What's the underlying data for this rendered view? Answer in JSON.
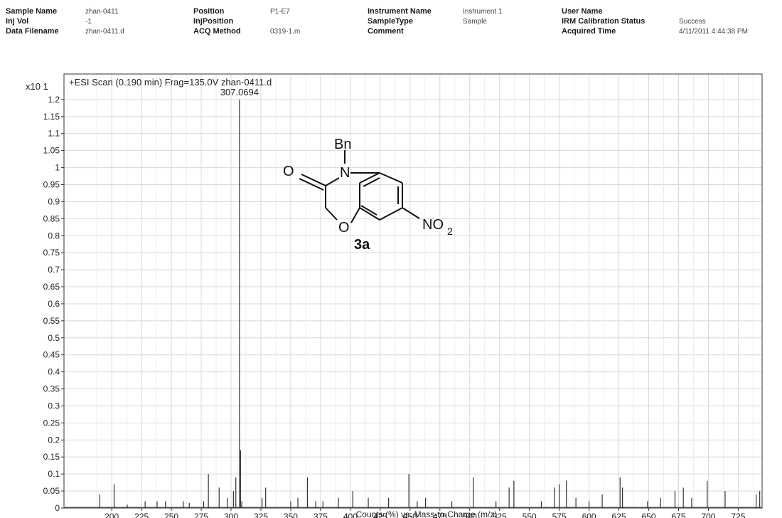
{
  "header": {
    "sample_name_label": "Sample Name",
    "sample_name": "zhan-0411",
    "inj_vol_label": "Inj Vol",
    "inj_vol": "-1",
    "data_filename_label": "Data Filename",
    "data_filename": "zhan-0411.d",
    "position_label": "Position",
    "position": "P1-E7",
    "injposition_label": "InjPosition",
    "injposition": "",
    "acq_method_label": "ACQ Method",
    "acq_method": "0319-1.m",
    "instrument_name_label": "Instrument Name",
    "instrument_name": "Instrument 1",
    "sampletype_label": "SampleType",
    "sampletype": "Sample",
    "comment_label": "Comment",
    "comment": "",
    "user_name_label": "User Name",
    "user_name": "",
    "irm_label": "IRM Calibration Status",
    "irm": "Success",
    "acquired_label": "Acquired Time",
    "acquired": "4/11/2011 4:44:38 PM"
  },
  "chart_data": {
    "type": "bar",
    "title": "+ESI Scan (0.190 min) Frag=135.0V zhan-0411.d",
    "xlabel": "Counts (%) vs. Mass-to-Charge (m/z)",
    "ylabel": "",
    "y_multiplier": "x10 1",
    "xlim": [
      160,
      745
    ],
    "ylim": [
      0,
      1.275
    ],
    "x_ticks": [
      200,
      225,
      250,
      275,
      300,
      325,
      350,
      375,
      400,
      425,
      450,
      475,
      500,
      525,
      550,
      575,
      600,
      625,
      650,
      675,
      700,
      725
    ],
    "y_ticks": [
      0,
      0.05,
      0.1,
      0.15,
      0.2,
      0.25,
      0.3,
      0.35,
      0.4,
      0.45,
      0.5,
      0.55,
      0.6,
      0.65,
      0.7,
      0.75,
      0.8,
      0.85,
      0.9,
      0.95,
      1,
      1.05,
      1.1,
      1.15,
      1.2
    ],
    "peak_annotation": {
      "label": "307.0694",
      "mz": 307.07,
      "intensity": 1.2
    },
    "peaks": [
      {
        "mz": 190.0,
        "intensity": 0.04
      },
      {
        "mz": 202.0,
        "intensity": 0.07
      },
      {
        "mz": 213.0,
        "intensity": 0.01
      },
      {
        "mz": 228.0,
        "intensity": 0.02
      },
      {
        "mz": 238.0,
        "intensity": 0.02
      },
      {
        "mz": 245.0,
        "intensity": 0.02
      },
      {
        "mz": 260.0,
        "intensity": 0.02
      },
      {
        "mz": 265.0,
        "intensity": 0.015
      },
      {
        "mz": 277.0,
        "intensity": 0.02
      },
      {
        "mz": 281.0,
        "intensity": 0.1
      },
      {
        "mz": 290.0,
        "intensity": 0.06
      },
      {
        "mz": 297.0,
        "intensity": 0.03
      },
      {
        "mz": 302.0,
        "intensity": 0.05
      },
      {
        "mz": 304.0,
        "intensity": 0.09
      },
      {
        "mz": 307.07,
        "intensity": 1.2
      },
      {
        "mz": 308.0,
        "intensity": 0.17
      },
      {
        "mz": 309.0,
        "intensity": 0.02
      },
      {
        "mz": 326.0,
        "intensity": 0.03
      },
      {
        "mz": 329.0,
        "intensity": 0.06
      },
      {
        "mz": 350.0,
        "intensity": 0.02
      },
      {
        "mz": 356.0,
        "intensity": 0.03
      },
      {
        "mz": 364.0,
        "intensity": 0.09
      },
      {
        "mz": 371.0,
        "intensity": 0.02
      },
      {
        "mz": 377.0,
        "intensity": 0.02
      },
      {
        "mz": 390.0,
        "intensity": 0.03
      },
      {
        "mz": 402.0,
        "intensity": 0.05
      },
      {
        "mz": 415.0,
        "intensity": 0.03
      },
      {
        "mz": 432.0,
        "intensity": 0.03
      },
      {
        "mz": 449.0,
        "intensity": 0.1
      },
      {
        "mz": 456.0,
        "intensity": 0.02
      },
      {
        "mz": 463.0,
        "intensity": 0.03
      },
      {
        "mz": 485.0,
        "intensity": 0.02
      },
      {
        "mz": 503.0,
        "intensity": 0.09
      },
      {
        "mz": 522.0,
        "intensity": 0.02
      },
      {
        "mz": 533.0,
        "intensity": 0.06
      },
      {
        "mz": 537.0,
        "intensity": 0.08
      },
      {
        "mz": 560.0,
        "intensity": 0.02
      },
      {
        "mz": 571.0,
        "intensity": 0.06
      },
      {
        "mz": 575.0,
        "intensity": 0.07
      },
      {
        "mz": 581.0,
        "intensity": 0.08
      },
      {
        "mz": 589.0,
        "intensity": 0.03
      },
      {
        "mz": 600.0,
        "intensity": 0.02
      },
      {
        "mz": 611.0,
        "intensity": 0.04
      },
      {
        "mz": 626.0,
        "intensity": 0.09
      },
      {
        "mz": 628.0,
        "intensity": 0.06
      },
      {
        "mz": 649.0,
        "intensity": 0.02
      },
      {
        "mz": 660.0,
        "intensity": 0.03
      },
      {
        "mz": 672.0,
        "intensity": 0.05
      },
      {
        "mz": 679.0,
        "intensity": 0.06
      },
      {
        "mz": 686.0,
        "intensity": 0.03
      },
      {
        "mz": 699.0,
        "intensity": 0.08
      },
      {
        "mz": 714.0,
        "intensity": 0.05
      },
      {
        "mz": 740.0,
        "intensity": 0.04
      },
      {
        "mz": 743.0,
        "intensity": 0.05
      }
    ],
    "grid": true
  },
  "structure": {
    "bn": "Bn",
    "n": "N",
    "o_carbonyl": "O",
    "o_ring": "O",
    "no2_main": "NO",
    "no2_sub": "2",
    "compound_label": "3a"
  }
}
